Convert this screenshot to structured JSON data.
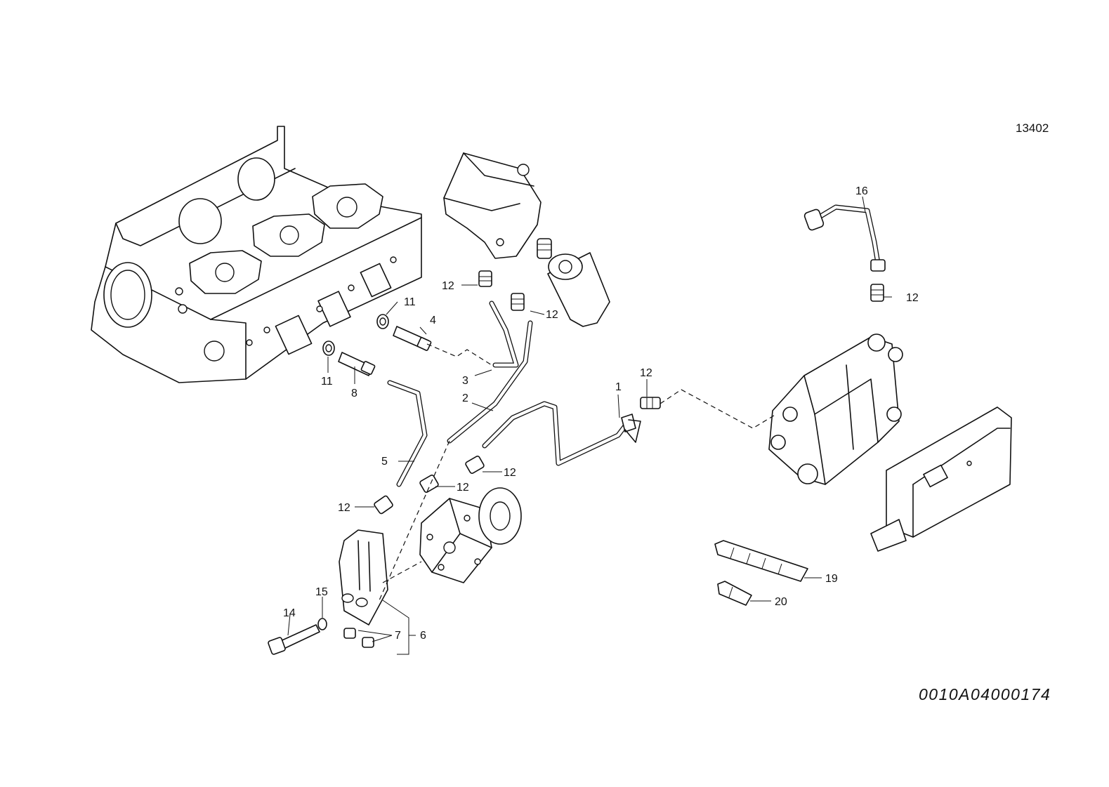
{
  "header": {
    "reference_number": "13402"
  },
  "footer": {
    "drawing_code": "0010A04000174"
  },
  "callouts": {
    "c1": "1",
    "c2": "2",
    "c3": "3",
    "c4": "4",
    "c5": "5",
    "c6": "6",
    "c7": "7",
    "c8": "8",
    "c11a": "11",
    "c11b": "11",
    "c12a": "12",
    "c12b": "12",
    "c12c": "12",
    "c12d": "12",
    "c12e": "12",
    "c12f": "12",
    "c12g": "12",
    "c14": "14",
    "c15": "15",
    "c16": "16",
    "c19": "19",
    "c20": "20"
  }
}
